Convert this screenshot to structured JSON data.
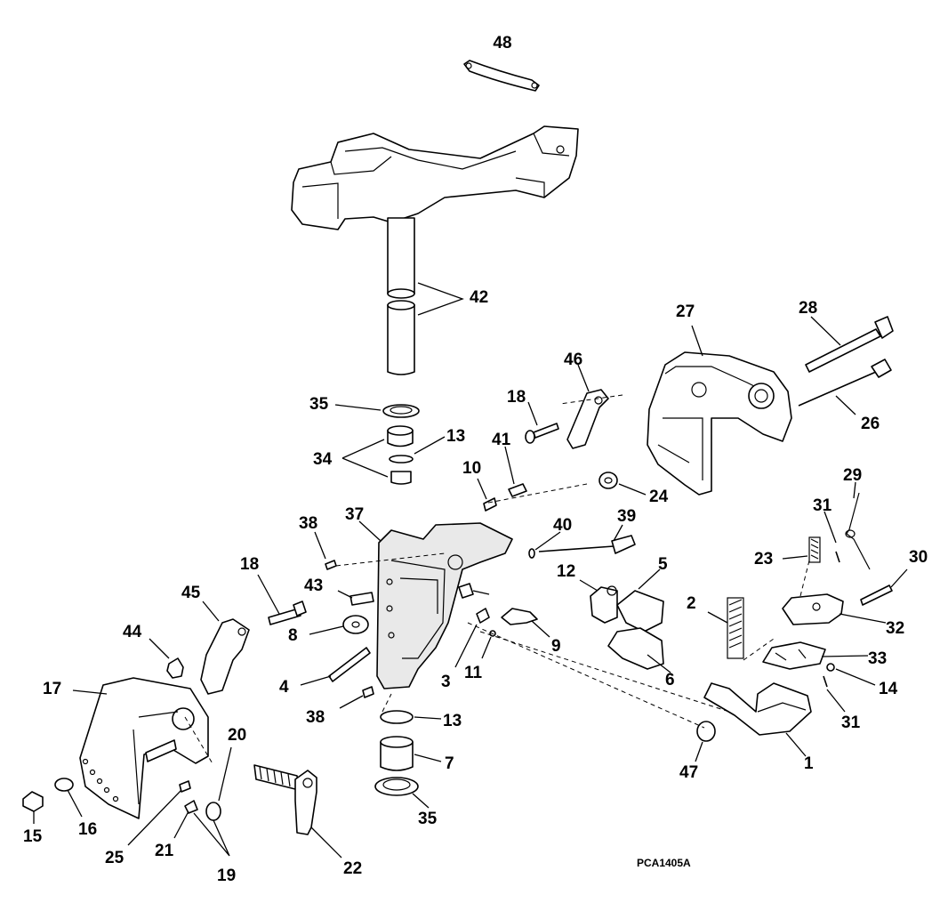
{
  "figure_code": "PCA1405A",
  "callouts": [
    "48",
    "42",
    "35",
    "34",
    "13",
    "27",
    "28",
    "26",
    "46",
    "18",
    "41",
    "10",
    "24",
    "29",
    "31",
    "30",
    "23",
    "39",
    "40",
    "38",
    "37",
    "12",
    "5",
    "43",
    "18",
    "45",
    "44",
    "8",
    "2",
    "32",
    "33",
    "9",
    "3",
    "11",
    "6",
    "4",
    "38",
    "14",
    "17",
    "20",
    "13",
    "31",
    "7",
    "47",
    "1",
    "15",
    "16",
    "25",
    "21",
    "19",
    "22",
    "35"
  ]
}
